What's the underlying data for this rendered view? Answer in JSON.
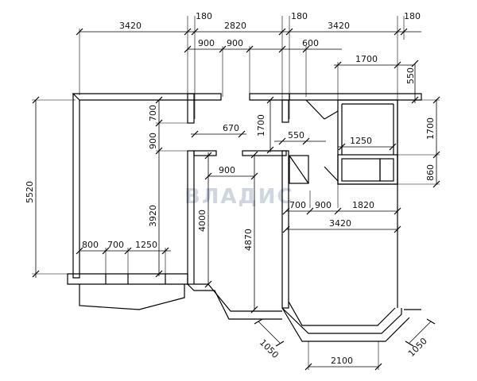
{
  "watermark": "ВЛАДИС",
  "dimensions": {
    "top_row": [
      "3420",
      "180",
      "2820",
      "180",
      "3420",
      "180"
    ],
    "row2": [
      "900",
      "900",
      "600"
    ],
    "row3": [
      "1700"
    ],
    "right_v": [
      "550",
      "1700",
      "860"
    ],
    "left_total": "5520",
    "left_inner": [
      "700",
      "900",
      "3920"
    ],
    "mid": [
      "670",
      "1700",
      "550",
      "1250",
      "900"
    ],
    "inner_v": [
      "4000",
      "4870"
    ],
    "bottom_left": [
      "800",
      "700",
      "1250"
    ],
    "right_row": [
      "700",
      "900",
      "1820"
    ],
    "right_total": "3420",
    "bay": [
      "1050",
      "2100",
      "1050"
    ]
  }
}
